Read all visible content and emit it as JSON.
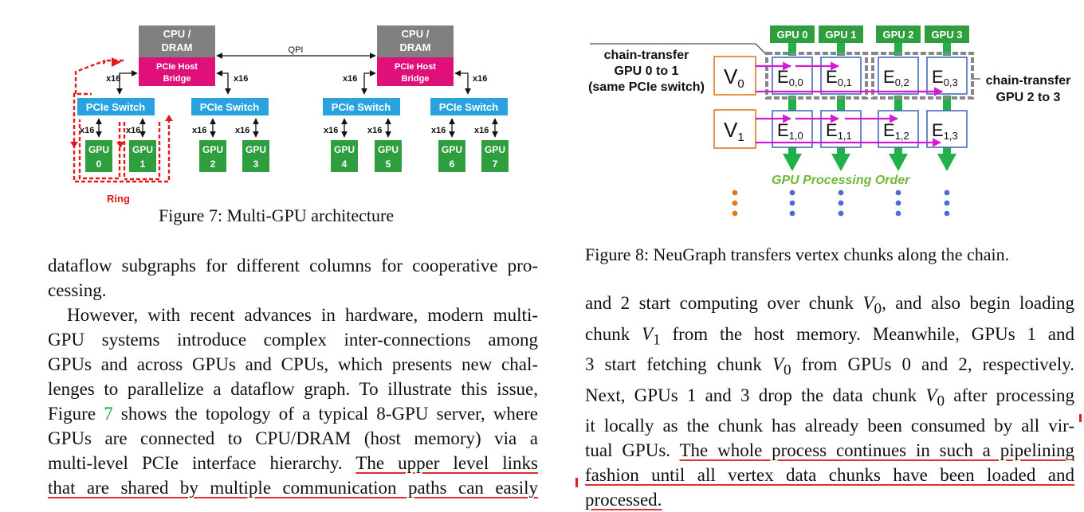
{
  "fig7": {
    "cpu_label_1": "CPU /",
    "cpu_label_2": "DRAM",
    "bridge_label_1": "PCIe Host",
    "bridge_label_2": "Bridge",
    "qpi_label": "QPI",
    "link_label": "x16",
    "switch_label": "PCIe Switch",
    "gpu_word": "GPU",
    "gpu_ids": [
      "0",
      "1",
      "2",
      "3",
      "4",
      "5",
      "6",
      "7"
    ],
    "ring_label": "Ring",
    "caption": "Figure 7: Multi-GPU architecture",
    "colors": {
      "cpu": "#808080",
      "bridge": "#e0107a",
      "switch": "#29a3e0",
      "gpu": "#2e9e3e",
      "ring": "#e21a1a"
    }
  },
  "fig8": {
    "gpu_headers": [
      "GPU 0",
      "GPU 1",
      "GPU 2",
      "GPU 3"
    ],
    "v0_base": "V",
    "v0_sub": "0",
    "v1_base": "V",
    "v1_sub": "1",
    "e_base": "E",
    "e_row0_subs": [
      "0,0",
      "0,1",
      "0,2",
      "0,3"
    ],
    "e_row1_subs": [
      "1,0",
      "1,1",
      "1,2",
      "1,3"
    ],
    "left_note": [
      "chain-transfer",
      "GPU 0 to 1",
      "(same PCIe switch)"
    ],
    "right_note": [
      "chain-transfer",
      "GPU 2 to 3"
    ],
    "order_label": "GPU Processing Order",
    "caption": "Figure 8: NeuGraph transfers vertex chunks along the chain.",
    "colors": {
      "header": "#2e9e3e",
      "arrow": "#d41ad4",
      "vbox": "#e07a20",
      "ebox": "#3a5fc0",
      "down": "#21b04a",
      "dots_orange": "#e07a20",
      "dots_blue": "#4a6fd0"
    }
  },
  "left_text": {
    "p1": [
      "dataflow subgraphs for different columns for cooperative pro-",
      "cessing."
    ],
    "p2_l1": "However, with recent advances in hardware, modern multi-",
    "p2_l2": "GPU systems introduce complex inter-connections among",
    "p2_l3": "GPUs and across GPUs and CPUs, which presents new chal-",
    "p2_l4": "lenges to parallelize a dataflow graph. To illustrate this issue,",
    "p2_l5_a": "Figure ",
    "p2_l5_ref": "7",
    "p2_l5_b": " shows the topology of a typical 8-GPU server, where",
    "p2_l6": "GPUs are connected to CPU/DRAM (host memory) via a",
    "p2_l7_a": "multi-level PCIe interface hierarchy. ",
    "p2_l7_b": "The upper level links",
    "p2_l8": "that are shared by multiple communication paths can easily"
  },
  "right_text": {
    "l1_a": "and 2 start computing over chunk ",
    "l1_v": "V",
    "l1_s": "0",
    "l1_b": ", and also begin loading",
    "l2_a": "chunk ",
    "l2_v": "V",
    "l2_s": "1",
    "l2_b": " from the host memory. Meanwhile, GPUs 1 and",
    "l3_a": "3 start fetching chunk ",
    "l3_v": "V",
    "l3_s": "0",
    "l3_b": " from GPUs 0 and 2, respectively.",
    "l4_a": "Next, GPUs 1 and 3 drop the data chunk ",
    "l4_v": "V",
    "l4_s": "0",
    "l4_b": " after processing",
    "l5": "it locally as the chunk has already been consumed by all vir-",
    "l6_a": "tual GPUs. ",
    "l6_b": "The whole process continues in such a pipelining",
    "l7": "fashion until all vertex data chunks have been loaded and",
    "l8": "processed."
  }
}
